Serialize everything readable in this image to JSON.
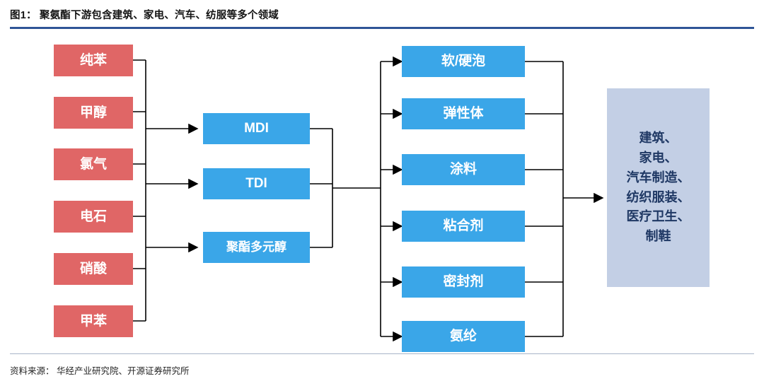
{
  "header": {
    "title": "图1： 聚氨酯下游包含建筑、家电、汽车、纺服等多个领域"
  },
  "footer": {
    "source": "资料来源： 华经产业研究院、开源证券研究所"
  },
  "colors": {
    "accent_rule": "#2f5597",
    "raw_material": "#e06666",
    "intermediate": "#3aa6e8",
    "application": "#c3cfe5",
    "application_text": "#1f3864"
  },
  "diagram": {
    "columns": [
      {
        "name": "raw-materials",
        "nodes": [
          {
            "label": "纯苯"
          },
          {
            "label": "甲醇"
          },
          {
            "label": "氯气"
          },
          {
            "label": "电石"
          },
          {
            "label": "硝酸"
          },
          {
            "label": "甲苯"
          }
        ]
      },
      {
        "name": "intermediates",
        "nodes": [
          {
            "label": "MDI"
          },
          {
            "label": "TDI"
          },
          {
            "label": "聚酯多元醇"
          }
        ]
      },
      {
        "name": "products",
        "nodes": [
          {
            "label": "软/硬泡"
          },
          {
            "label": "弹性体"
          },
          {
            "label": "涂料"
          },
          {
            "label": "粘合剂"
          },
          {
            "label": "密封剂"
          },
          {
            "label": "氨纶"
          }
        ]
      },
      {
        "name": "applications",
        "nodes": [
          {
            "label": "建筑、\n家电、\n汽车制造、\n纺织服装、\n医疗卫生、\n制鞋"
          }
        ]
      }
    ],
    "application_lines": [
      "建筑、",
      "家电、",
      "汽车制造、",
      "纺织服装、",
      "医疗卫生、",
      "制鞋"
    ]
  }
}
